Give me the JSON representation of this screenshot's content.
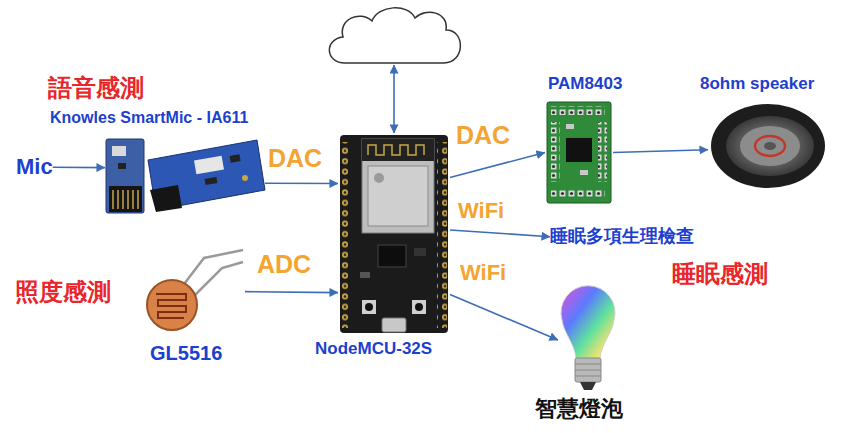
{
  "diagram": {
    "nodes": [
      {
        "text": []
      },
      {
        "text": [
          "Mic"
        ]
      },
      {
        "text": [
          "Knowles SmartMic - IA611"
        ]
      },
      {
        "text": [
          "GL5516"
        ]
      },
      {
        "text": [
          "NodeMCU-32S"
        ]
      },
      {
        "text": [
          "PAM8403"
        ]
      },
      {
        "text": [
          "8ohm speaker"
        ]
      },
      {
        "text": [
          "睡眠多項生理檢查"
        ]
      },
      {
        "text": [
          "智慧燈泡"
        ]
      }
    ],
    "edges": [
      {
        "from": 0,
        "to": 4,
        "arrow": "both"
      },
      {
        "from": 1,
        "to": 2,
        "arrow": "to"
      },
      {
        "from": 2,
        "to": 4,
        "label": "DAC",
        "arrow": "to"
      },
      {
        "from": 3,
        "to": 4,
        "label": "ADC",
        "arrow": "to"
      },
      {
        "from": 4,
        "to": 5,
        "label": "DAC",
        "arrow": "to"
      },
      {
        "from": 5,
        "to": 6,
        "arrow": "to"
      },
      {
        "from": 4,
        "to": 7,
        "label": "WiFi",
        "arrow": "to"
      },
      {
        "from": 4,
        "to": 8,
        "label": "WiFi",
        "arrow": "to"
      }
    ],
    "labels": [
      "語音感測",
      "照度感測",
      "睡眠感測"
    ]
  }
}
